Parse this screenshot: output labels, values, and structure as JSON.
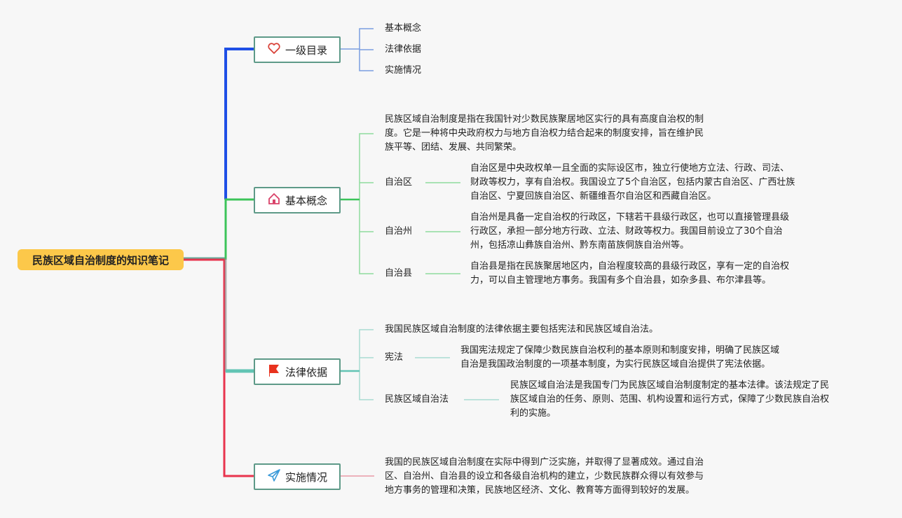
{
  "root": {
    "title": "民族区域自治制度的知识笔记"
  },
  "branches": [
    {
      "label": "一级目录",
      "icon": "heart-icon",
      "color": "#1f4fe6",
      "children": [
        "基本概念",
        "法律依据",
        "实施情况"
      ]
    },
    {
      "label": "基本概念",
      "icon": "home-icon",
      "color": "#3cc45a",
      "intro": [
        "民族区域自治制度是指在我国针对少数民族聚居地区实行的具有高度自治权的制",
        "度。它是一种将中央政府权力与地方自治权力结合起来的制度安排，旨在维护民",
        "族平等、团结、发展、共同繁荣。"
      ],
      "items": [
        {
          "label": "自治区",
          "detail": [
            "自治区是中央政权单一且全面的实际设区市，独立行使地方立法、行政、司法、",
            "财政等权力，享有自治权。我国设立了5个自治区，包括内蒙古自治区、广西壮族",
            "自治区、宁夏回族自治区、新疆维吾尔自治区和西藏自治区。"
          ]
        },
        {
          "label": "自治州",
          "detail": [
            "自治州是具备一定自治权的行政区，下辖若干县级行政区，也可以直接管理县级",
            "行政区，承担一部分地方行政、立法、财政等权力。我国目前设立了30个自治",
            "州，包括凉山彝族自治州、黔东南苗族侗族自治州等。"
          ]
        },
        {
          "label": "自治县",
          "detail": [
            "自治县是指在民族聚居地区内，自治程度较高的县级行政区，享有一定的自治权",
            "力，可以自主管理地方事务。我国有多个自治县，如杂多县、布尔津县等。"
          ]
        }
      ]
    },
    {
      "label": "法律依据",
      "icon": "flag-icon",
      "color": "#62c4b4",
      "intro": [
        "我国民族区域自治制度的法律依据主要包括宪法和民族区域自治法。"
      ],
      "items": [
        {
          "label": "宪法",
          "detail": [
            "我国宪法规定了保障少数民族自治权利的基本原则和制度安排，明确了民族区域",
            "自治是我国政治制度的一项基本制度，为实行民族区域自治提供了宪法依据。"
          ]
        },
        {
          "label": "民族区域自治法",
          "detail": [
            "民族区域自治法是我国专门为民族区域自治制度制定的基本法律。该法规定了民",
            "族区域自治的任务、原则、范围、机构设置和运行方式，保障了少数民族自治权",
            "利的实施。"
          ]
        }
      ]
    },
    {
      "label": "实施情况",
      "icon": "paper-plane-icon",
      "color": "#e8344e",
      "intro": [
        "我国的民族区域自治制度在实际中得到广泛实施，并取得了显著成效。通过自治",
        "区、自治州、自治县的设立和各级自治机构的建立，少数民族群众得以有效参与",
        "地方事务的管理和决策，民族地区经济、文化、教育等方面得到较好的发展。"
      ]
    }
  ]
}
